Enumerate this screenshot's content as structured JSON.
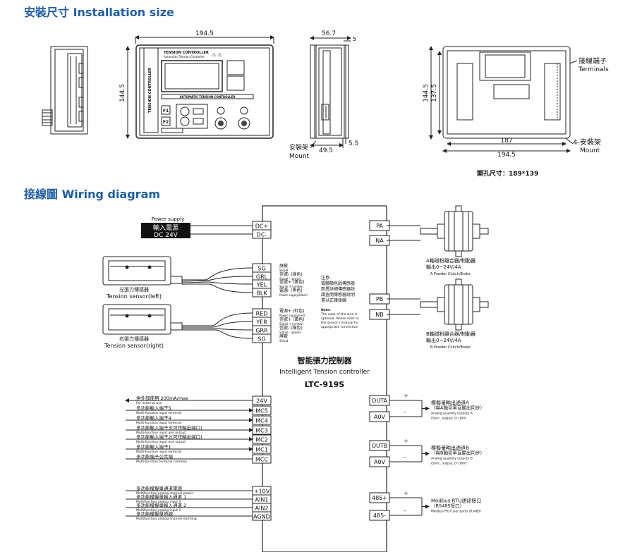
{
  "installation": {
    "title": "安裝尺寸 Installation size",
    "dim_front_width": "194.5",
    "dim_front_height": "144.5",
    "dim_side_depth": "56.7",
    "dim_side_5": "5",
    "dim_side_55": "5.5",
    "dim_side_495": "49.5",
    "mount_cn": "安裝架",
    "mount_en": "Mount",
    "panel_title": "TENSION CONTROLLER",
    "panel_subtitle": "Automatic Tension Controller",
    "panel_bar": "AUTOMATIC TENSION CONTROLLER",
    "side_label": "TENSION CONTROLLER",
    "dim_back_1445": "144.5",
    "dim_back_1375": "137.5",
    "dim_back_187": "187",
    "dim_back_1945": "194.5",
    "terminals_cn": "接線端子",
    "terminals_en": "Terminals",
    "mount4_cn": "4-安裝架",
    "mount4_en": "Mount",
    "hole_size": "開孔尺寸：189*139"
  },
  "wiring": {
    "title": "接線圖 Wiring diagram",
    "power_supply": "Power supply",
    "power_cn": "輸入電源",
    "power_dc": "DC 24V",
    "controller_cn": "智能張力控制器",
    "controller_en": "Intelligent Tension controller",
    "model": "LTC-919S",
    "left_terminals": [
      "DC+",
      "DC-",
      "SG",
      "GRL",
      "YEL",
      "BLK",
      "RED",
      "YER",
      "GRR",
      "SG",
      "24V",
      "MC5",
      "MC4",
      "MC3",
      "MC2",
      "MC1",
      "MCC",
      "+10V",
      "AIN1",
      "AIN2",
      "AGND"
    ],
    "right_terminals": [
      "PA",
      "NA",
      "PB",
      "NB",
      "OUTA",
      "A0V",
      "OUTB",
      "A0V",
      "485+",
      "485-"
    ],
    "sensor_left_cn": "左張力傳感器",
    "sensor_left_en": "Tension sensor(left)",
    "sensor_right_cn": "右張力傳感器",
    "sensor_right_en": "Tension sensor(right)",
    "sig_labels": [
      {
        "cn": "屏蔽",
        "en": "Shield"
      },
      {
        "cn": "信號- (綠色)",
        "en": "Signal - (green)"
      },
      {
        "cn": "信號+ (黃色)",
        "en": "Signal + (yellow)"
      },
      {
        "cn": "電源- (黑色)",
        "en": "Power supply(black)"
      },
      {
        "cn": "電源+ (紅色)",
        "en": "Power supply(red)"
      },
      {
        "cn": "信號+ (黃色)",
        "en": "Signal + (yellow)"
      },
      {
        "cn": "信號- (綠色)",
        "en": "Signal - (green)"
      },
      {
        "cn": "屏蔽",
        "en": "Shield"
      }
    ],
    "note_cn": [
      "注意:",
      "電纜顏色因傳感器",
      "而異詳細傳感器說",
      "請查閱傳感器說明",
      "書以正確接線"
    ],
    "note_en": [
      "Note:",
      "The color of the wire is",
      "optional, Please refer to",
      "the sensor's manual for",
      "appropriate connection"
    ],
    "brake_a_cn": "A軸磁粉離合器/制動器",
    "brake_a_out": "輸出0~24V/4A",
    "brake_a_en": "A Powder Clutch/Brake",
    "brake_b_cn": "B軸磁粉離合器/制動器",
    "brake_b_out": "輸出0~24V/4A",
    "brake_b_en": "B Powder Clutch/Brake",
    "analog_a": [
      "模擬量輸出通道A",
      "（與A軸切率互輸出同步）",
      "Analog quantity outputs A",
      "(Sync. output, 0~10V)"
    ],
    "analog_b": [
      "模擬量輸出通道B",
      "（與B軸切率互輸出同步）",
      "Analog quantity outputs B",
      "(Sync. output, 0~10V)"
    ],
    "modbus": [
      "Modbus  RTU通訊接口",
      "（RS485接口）",
      "Modbus RTU user ports (Rs485)"
    ],
    "plus": "+",
    "minus": "–",
    "left_io": [
      {
        "cn": "供外部使用 200mA/max",
        "en": "For external use"
      },
      {
        "cn": "多功能輸入端子5",
        "en": "Multi-function input terminal"
      },
      {
        "cn": "多功能輸入端子4",
        "en": "Multi-function input terminal"
      },
      {
        "cn": "多功能輸入端子3(可作輸出端口)",
        "en": "Multi-function input and output"
      },
      {
        "cn": "多功能輸入端子2(可作輸出端口)",
        "en": "Multi-function input and output"
      },
      {
        "cn": "多功能輸入端子1",
        "en": "Multi-function input terminal"
      },
      {
        "cn": "多功能端子公共端",
        "en": "Multi-function terminal common"
      }
    ],
    "analog_in": [
      {
        "cn": "多功能模擬量通道電源",
        "en": "Multifunction analog channel power"
      },
      {
        "cn": "多功能模擬量輸入通道 1",
        "en": "Multifunction analog input 1"
      },
      {
        "cn": "多功能模擬量輸入通道 2",
        "en": "Multifunction analog input 2"
      },
      {
        "cn": "多功能模擬量地線",
        "en": "Multifunction analog channel earthing"
      }
    ]
  }
}
